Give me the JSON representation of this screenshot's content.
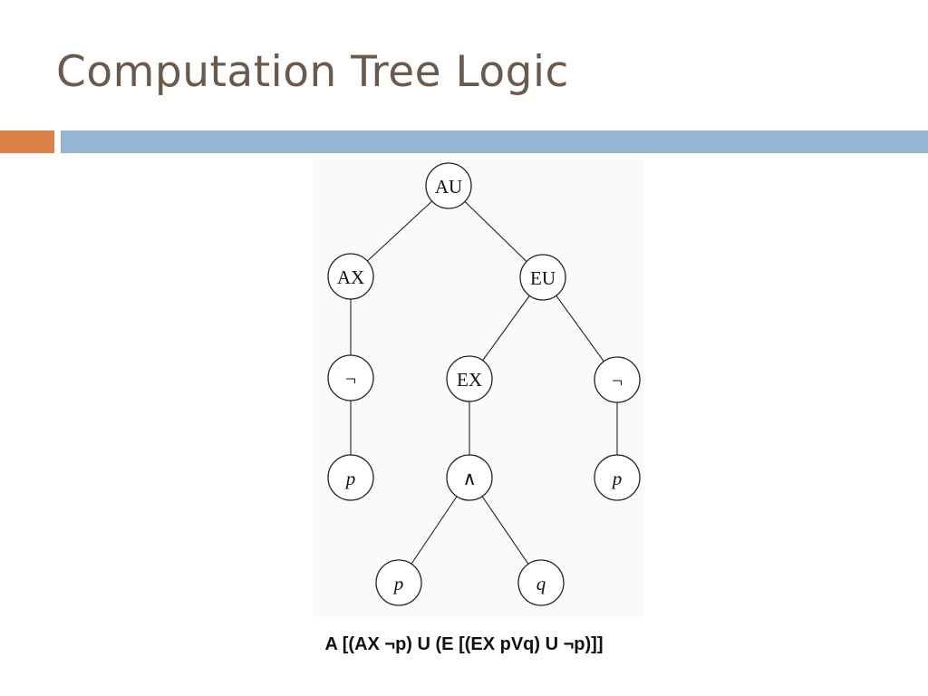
{
  "slide": {
    "title": "Computation Tree Logic",
    "formula": "A [(AX ¬p) U (E [(EX pVq) U ¬p)]]",
    "accent_colors": {
      "title": "#6b5a4c",
      "orange": "#dd8047",
      "blue": "#94b6d2"
    }
  },
  "tree": {
    "nodes": [
      {
        "id": "au",
        "label": "AU"
      },
      {
        "id": "ax",
        "label": "AX"
      },
      {
        "id": "eu",
        "label": "EU"
      },
      {
        "id": "not1",
        "label": "¬"
      },
      {
        "id": "ex",
        "label": "EX"
      },
      {
        "id": "not2",
        "label": "¬"
      },
      {
        "id": "p1",
        "label": "p",
        "italic": true
      },
      {
        "id": "and",
        "label": "∧"
      },
      {
        "id": "p3",
        "label": "p",
        "italic": true
      },
      {
        "id": "p2",
        "label": "p",
        "italic": true
      },
      {
        "id": "q",
        "label": "q",
        "italic": true
      }
    ],
    "edges": [
      [
        "au",
        "ax"
      ],
      [
        "au",
        "eu"
      ],
      [
        "ax",
        "not1"
      ],
      [
        "not1",
        "p1"
      ],
      [
        "eu",
        "ex"
      ],
      [
        "eu",
        "not2"
      ],
      [
        "ex",
        "and"
      ],
      [
        "not2",
        "p3"
      ],
      [
        "and",
        "p2"
      ],
      [
        "and",
        "q"
      ]
    ]
  }
}
